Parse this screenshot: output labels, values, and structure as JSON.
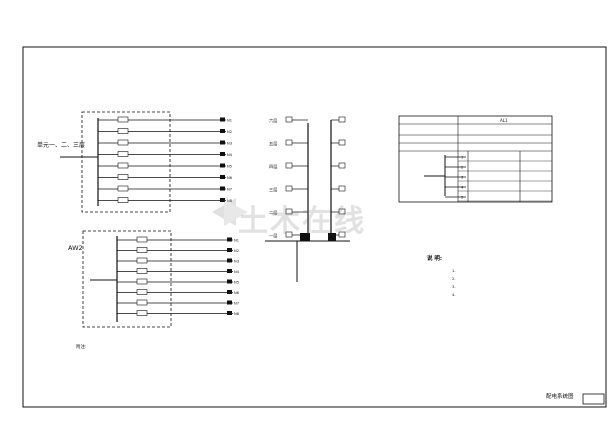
{
  "sheet": {
    "title": "配电系统图",
    "page_no": ""
  },
  "left_panel_top": {
    "unit_label": "单元一、二、三层",
    "box_id": "",
    "incoming_cable": "",
    "bottom_label": "",
    "branches": [
      {
        "id": "N1",
        "cable": ""
      },
      {
        "id": "N2",
        "cable": ""
      },
      {
        "id": "N3",
        "cable": ""
      },
      {
        "id": "N4",
        "cable": ""
      },
      {
        "id": "N5",
        "cable": ""
      },
      {
        "id": "N6",
        "cable": ""
      },
      {
        "id": "N7",
        "cable": ""
      },
      {
        "id": "N8",
        "cable": ""
      }
    ]
  },
  "left_panel_bottom": {
    "box_id": "AW2",
    "incoming_cable": "",
    "bottom_label": "",
    "branches": [
      {
        "id": "N1",
        "cable": ""
      },
      {
        "id": "N2",
        "cable": ""
      },
      {
        "id": "N3",
        "cable": ""
      },
      {
        "id": "N4",
        "cable": ""
      },
      {
        "id": "N5",
        "cable": ""
      },
      {
        "id": "N6",
        "cable": ""
      },
      {
        "id": "N7",
        "cable": ""
      },
      {
        "id": "N8",
        "cable": ""
      }
    ],
    "note_title": "附注:",
    "note_text": ""
  },
  "riser": {
    "floors": [
      "六层",
      "五层",
      "四层",
      "三层",
      "二层",
      "一层"
    ],
    "feeder_label": "",
    "main_cable_label": "",
    "trunk_cable_label": ""
  },
  "right_table": {
    "header_left": "",
    "header_right": "AL1",
    "rows": [
      {
        "no": "1",
        "cable": "",
        "use": ""
      },
      {
        "no": "2",
        "cable": "",
        "use": ""
      },
      {
        "no": "3",
        "cable": "",
        "use": ""
      },
      {
        "no": "4",
        "cable": "",
        "use": ""
      },
      {
        "no": "5",
        "cable": "",
        "use": ""
      }
    ],
    "side_label": ""
  },
  "notes": {
    "title": "说 明:",
    "items": [
      "1.",
      "2.",
      "3.",
      "4."
    ]
  },
  "watermark": {
    "text": "土木在线"
  },
  "colors": {
    "line": "#111111",
    "paper": "#ffffff",
    "watermark": "#9a9a9a"
  }
}
